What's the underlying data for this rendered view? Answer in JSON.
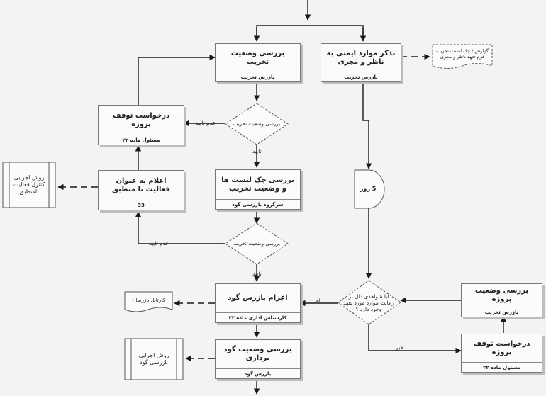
{
  "nodes": {
    "inspect_damage": {
      "title": "بررسی وضعیت تخریب",
      "role": "بازرس تخریب"
    },
    "safety_notice": {
      "title": "تذکر موارد ایمنی به ناظر و مجری",
      "role": "بازرس تخریب"
    },
    "stop_request_left": {
      "title": "درخواست توقف پروژه",
      "role": "مسئول ماده ۲۲"
    },
    "checklist_review": {
      "title": "بررسی چک لیست ها و وضعیت تخریب",
      "role": "سرگروه بازرسی گود"
    },
    "declare_noncompliant": {
      "title": "اعلام به عنوان فعالیت نا منطبق",
      "role": "33"
    },
    "dispatch_inspector": {
      "title": "اعزام بازرس گود",
      "role": "کارشناس اداری ماده ۲۲"
    },
    "excavation_review": {
      "title": "بررسی وضعیت گود برداری",
      "role": "بازرس گود"
    },
    "project_status": {
      "title": "بررسی وضعیت پروژه",
      "role": "بازرس تخریب"
    },
    "stop_request_right": {
      "title": "درخواست توقف پروژه",
      "role": "مسئول ماده ۲۲"
    }
  },
  "decisions": {
    "d1": "بررسی وضعیت تخریب",
    "d2": "بررسی وضعیت تخریب",
    "d3": "آیا شواهدی دال بر رعایت موارد مورد تعهد وجود دارد ؟"
  },
  "delay": {
    "text": "5 روز"
  },
  "documents": {
    "report": "گزارش / چک لیست تخریب فرم تعهد ناظر و مجری",
    "cartable": "کارتابل بازرسان"
  },
  "procedures": {
    "control": "روش اجرایی کنترل فعالیت نامنطبق",
    "excavation": "روش اجرایی بازرسی گود"
  },
  "labels": {
    "not_approved_1": "عدم تایید",
    "approved_1": "تایید",
    "not_approved_2": "عدم تایید",
    "approved_2": "تایید",
    "yes": "بله",
    "no": "خیر"
  }
}
